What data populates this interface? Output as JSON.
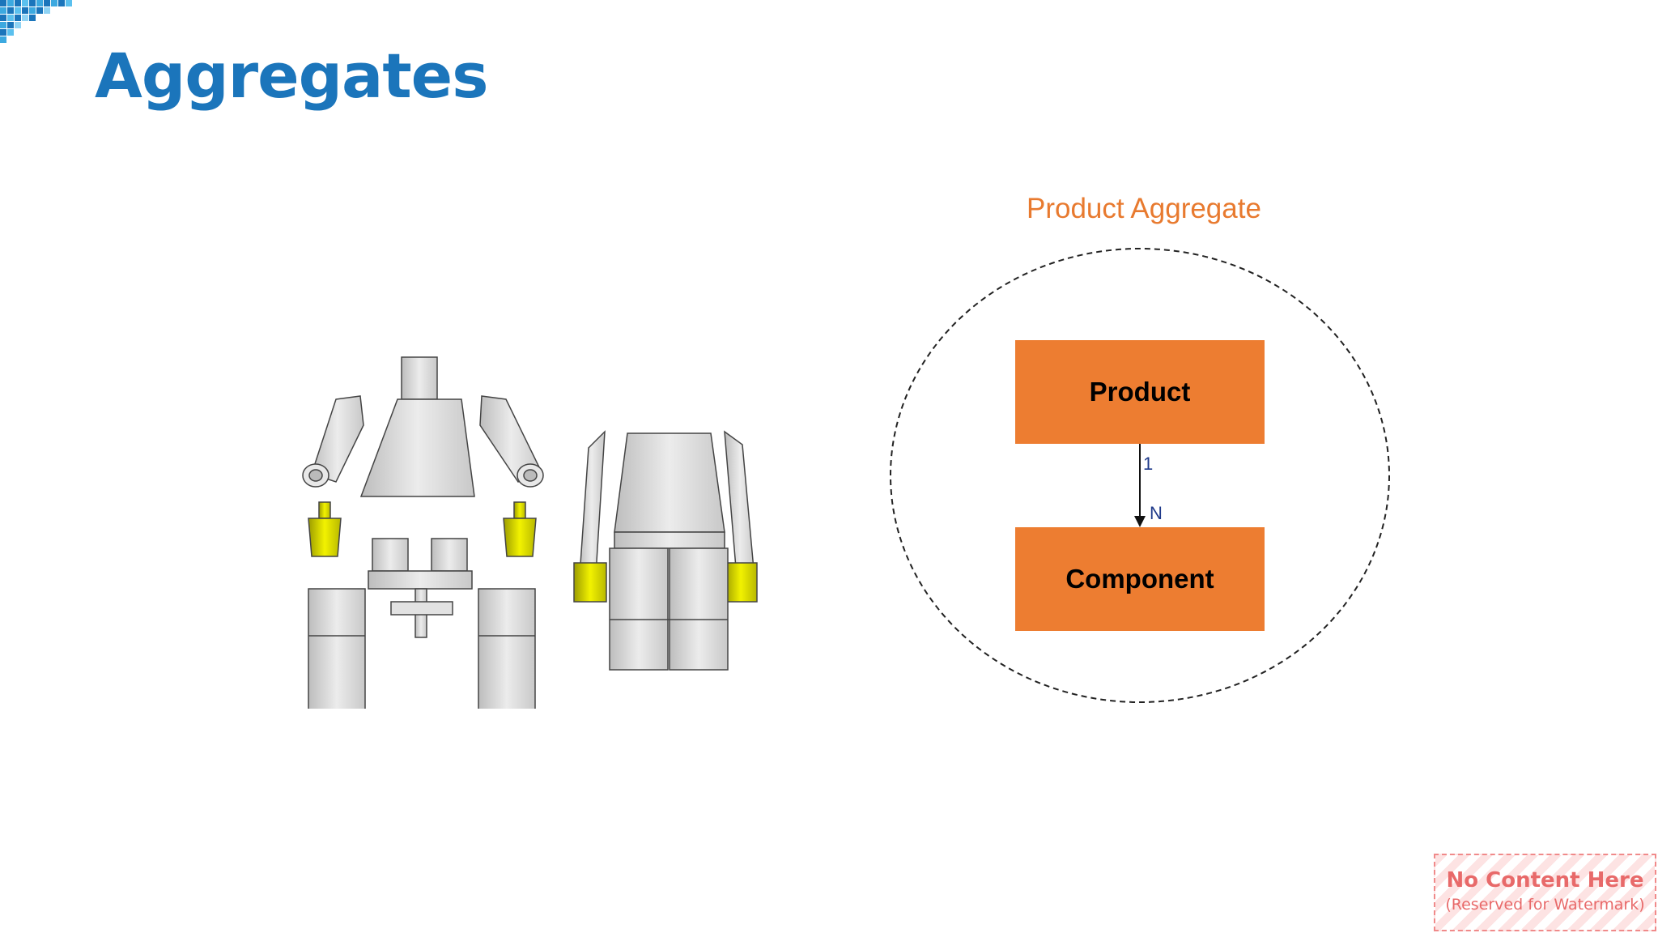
{
  "slide": {
    "title": "Aggregates",
    "accent_color": "#1b75bb"
  },
  "illustration": {
    "icon": "lego-minifigure-icon",
    "description_colors": {
      "body": "#e0e0e0",
      "hands": "#e6e600"
    }
  },
  "diagram": {
    "aggregate_label": "Product Aggregate",
    "label_color": "#e87a2f",
    "box_color": "#ed7d31",
    "root_entity": "Product",
    "child_entity": "Component",
    "multiplicity_root": "1",
    "multiplicity_child": "N"
  },
  "watermark": {
    "title": "No Content Here",
    "subtitle": "(Reserved for Watermark)"
  }
}
